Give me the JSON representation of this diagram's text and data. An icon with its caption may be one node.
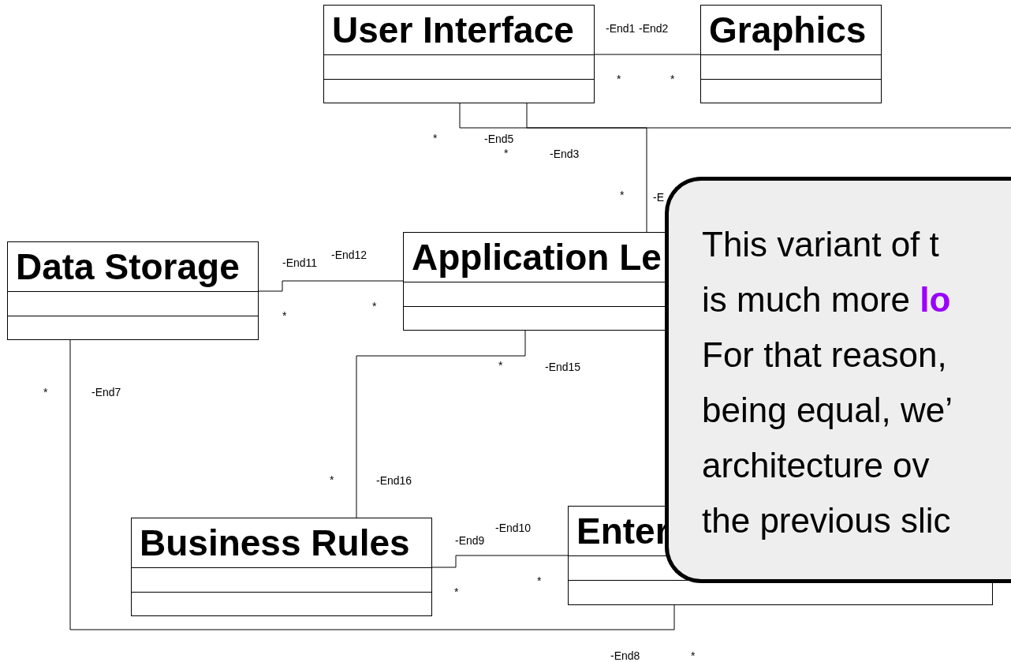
{
  "diagram": {
    "nodes": [
      {
        "text": [
          "User Interface"
        ]
      },
      {
        "text": [
          "Graphics"
        ]
      },
      {
        "text": [
          "Data Storage"
        ]
      },
      {
        "text": [
          "Application Le"
        ]
      },
      {
        "text": [
          "Business Rules"
        ]
      },
      {
        "text": [
          "Enter"
        ]
      },
      {
        "text": [
          "This variant of t is much more **lo** For that reason, being equal, we’ architecture ov the previous slic"
        ]
      }
    ],
    "edges": [
      {
        "from": 0,
        "to": 1,
        "arrow": "none"
      },
      {
        "from": 0,
        "to": null,
        "arrow": "none"
      },
      {
        "from": 0,
        "to": 3,
        "arrow": "none"
      },
      {
        "from": 2,
        "to": 3,
        "arrow": "none"
      },
      {
        "from": 3,
        "to": 4,
        "arrow": "none"
      },
      {
        "from": 4,
        "to": 5,
        "arrow": "none"
      },
      {
        "from": 2,
        "to": 5,
        "arrow": "none"
      }
    ],
    "labels": [
      "-End1",
      "-End2",
      "*",
      "*",
      "*",
      "-End5",
      "*",
      "-End3",
      "*",
      "-E",
      "-End12",
      "-End11",
      "*",
      "*",
      "*",
      "-End15",
      "*",
      "-End7",
      "*",
      "-End16",
      "-End10",
      "-End9",
      "*",
      "*",
      "*",
      "-End8"
    ]
  }
}
